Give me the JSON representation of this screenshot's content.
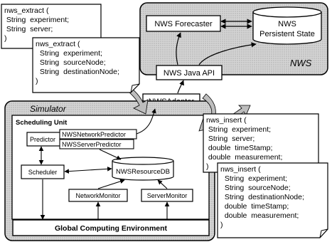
{
  "nws": {
    "region_label": "NWS",
    "forecaster": "NWS Forecaster",
    "persistent_state_line1": "NWS",
    "persistent_state_line2": "Persistent State",
    "java_api": "NWS Java API"
  },
  "adapter": {
    "label": "NWSAdapter"
  },
  "simulator": {
    "region_label": "Simulator",
    "scheduling_unit_label": "Scheduling Unit",
    "predictor": "Predictor",
    "network_predictor": "NWSNetworkPredictor",
    "server_predictor": "NWSServerPredictor",
    "scheduler": "Scheduler",
    "resource_db": "NWSResourceDB",
    "network_monitor": "NetworkMonitor",
    "server_monitor": "ServerMonitor",
    "global_env": "Global Computing Environment"
  },
  "notes": {
    "extract1": [
      "nws_extract (",
      " String  experiment;",
      " String  server;",
      ")"
    ],
    "extract2": [
      "nws_extract (",
      "  String  experiment;",
      "  String  sourceNode;",
      "  String  destinationNode;",
      ")"
    ],
    "insert1": [
      "nws_insert (",
      " String  experiment;",
      " String  server;",
      " double  timeStamp;",
      " double  measurement;",
      ")"
    ],
    "insert2": [
      "nws_insert (",
      "  String  experiment;",
      "  String  sourceNode;",
      "  String  destinationNode;",
      "  double  timeStamp;",
      "  double  measurement;",
      ")"
    ]
  },
  "colors": {
    "region_fill": "#cfcfcf",
    "box_fill": "#ffffff",
    "line": "#000000"
  }
}
